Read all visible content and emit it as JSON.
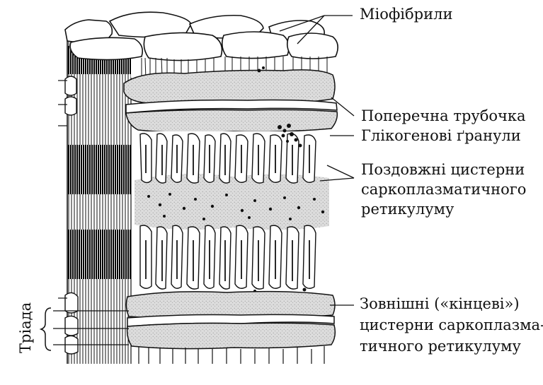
{
  "labels": {
    "myofibrils": "Міофібрили",
    "transverse_tubule": "Поперечна трубочка",
    "glycogen_granules": "Глікогенові ґранули",
    "longitudinal_cisterns_line1": "Поздовжні цистерни",
    "longitudinal_cisterns_line2": "саркоплазматичного",
    "longitudinal_cisterns_line3": "ретикулуму",
    "terminal_cisterns_line1": "Зовнішні («кінцеві»)",
    "terminal_cisterns_line2": "цистерни саркоплазма-",
    "terminal_cisterns_line3": "тичного ретикулуму",
    "triad": "Тріада"
  },
  "colors": {
    "ink": "#111111",
    "stipple_fill": "#d9d9d9",
    "background": "#ffffff"
  }
}
